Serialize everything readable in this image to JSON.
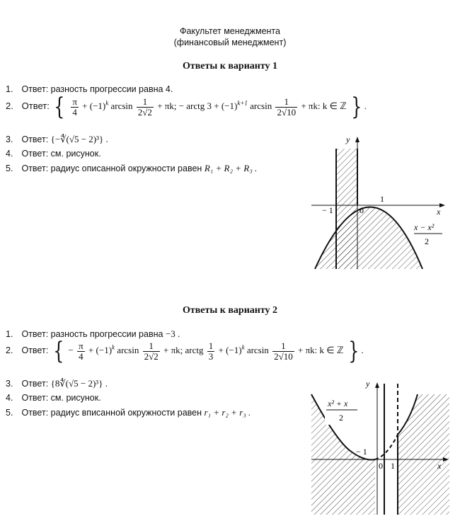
{
  "header": {
    "line1": "Факультет менеджмента",
    "line2": "(финансовый менеджмент)"
  },
  "variant1": {
    "title": "Ответы к варианту 1",
    "answer_label": "Ответ:",
    "item1_num": "1.",
    "item1_text": "разность прогрессии равна 4.",
    "item2_num": "2.",
    "item2_pi": "π",
    "item2_four": "4",
    "item2_mid1": "+ (−1)",
    "item2_k": "k",
    "item2_arcsin": "arcsin",
    "item2_one": "1",
    "item2_den1": "2√2",
    "item2_mid2": "+ πk; − arctg 3 + (−1)",
    "item2_k1": "k+1",
    "item2_den2": "2√10",
    "item2_tail": "+ πk: k ∈ ℤ",
    "item2_dot": ".",
    "item3_num": "3.",
    "item3_text": "{−∜(√5 − 2)³} .",
    "item4_num": "4.",
    "item4_text": "см. рисунок.",
    "item5_num": "5.",
    "item5_text": "радиус описанной окружности равен",
    "item5_formula": "R₁ + R₂ + R₃ .",
    "graph": {
      "y_label": "y",
      "x_label": "x",
      "minus_one": "− 1",
      "zero": "0",
      "one": "1",
      "curve_num": "x − x²",
      "curve_den": "2"
    }
  },
  "variant2": {
    "title": "Ответы к варианту 2",
    "answer_label": "Ответ:",
    "item1_num": "1.",
    "item1_text": "разность прогрессии равна",
    "item1_value": "−3 .",
    "item2_num": "2.",
    "item2_minus": "−",
    "item2_pi": "π",
    "item2_four": "4",
    "item2_mid1": "+ (−1)",
    "item2_k": "k",
    "item2_arcsin": "arcsin",
    "item2_one": "1",
    "item2_den1": "2√2",
    "item2_mid2": "+ πk; arctg",
    "item2_third_num": "1",
    "item2_third_den": "3",
    "item2_mid3": "+ (−1)",
    "item2_den2": "2√10",
    "item2_tail": "+ πk: k ∈ ℤ",
    "item2_dot": ".",
    "item3_num": "3.",
    "item3_text": "{8∜(√5 − 2)³} .",
    "item4_num": "4.",
    "item4_text": "см. рисунок.",
    "item5_num": "5.",
    "item5_text": "радиус вписанной окружности равен",
    "item5_formula": "r₁ + r₂ + r₃ .",
    "graph": {
      "y_label": "y",
      "x_label": "x",
      "minus_one": "− 1",
      "zero": "0",
      "one": "1",
      "curve_num": "x² + x",
      "curve_den": "2"
    }
  }
}
